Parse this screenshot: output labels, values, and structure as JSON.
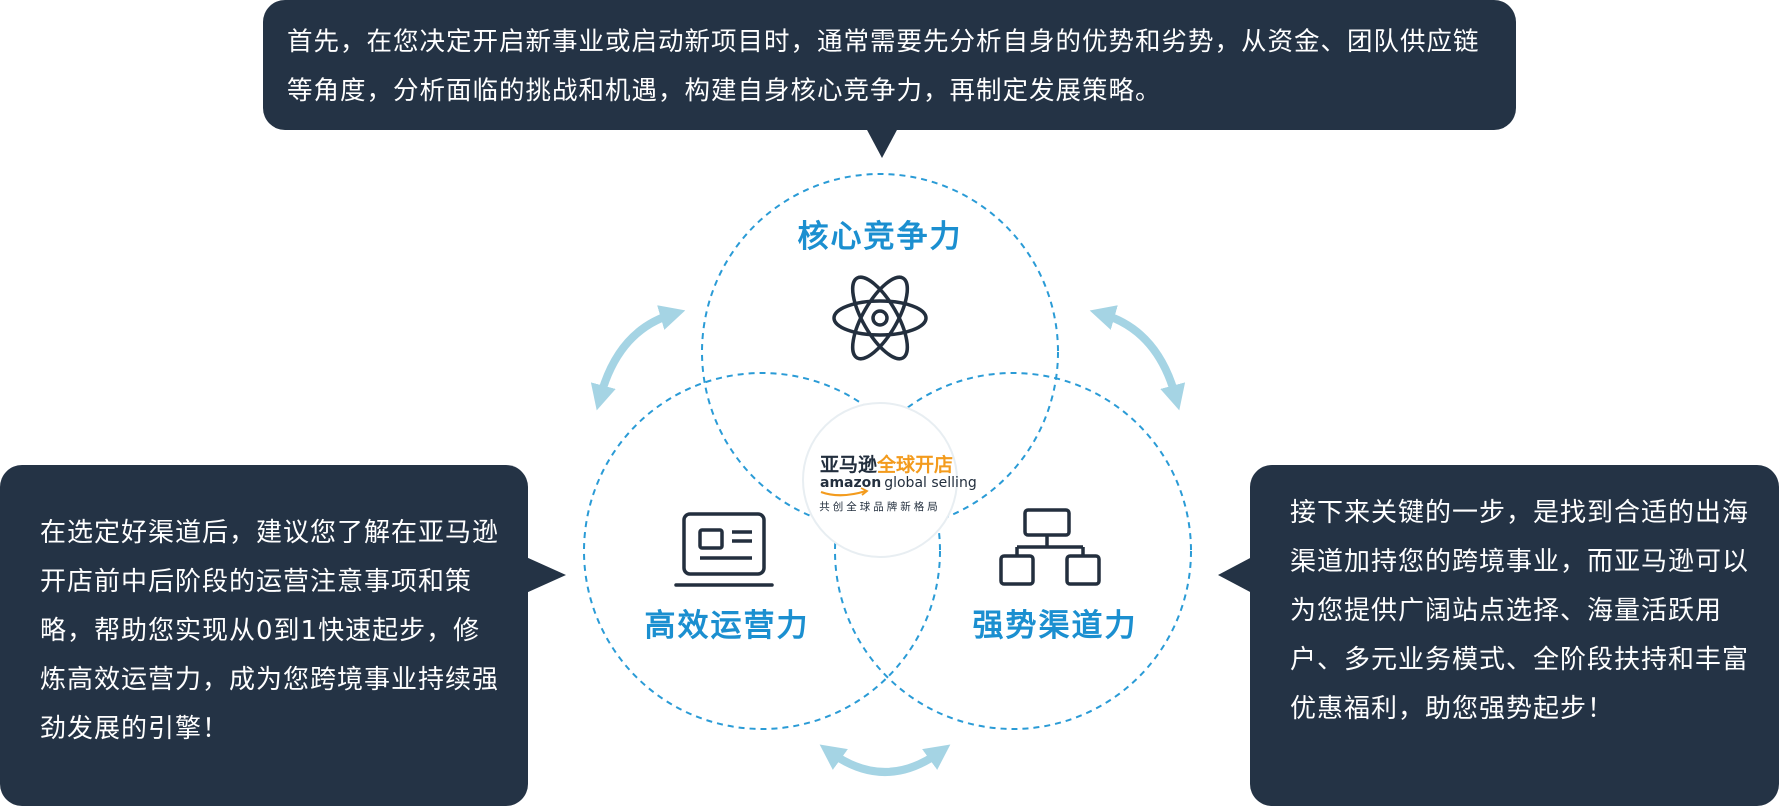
{
  "callouts": {
    "top": "首先，在您决定开启新事业或启动新项目时，通常需要先分析自身的优势和劣势，从资金、团队供应链等角度，分析面临的挑战和机遇，构建自身核心竞争力，再制定发展策略。",
    "left": "在选定好渠道后，建议您了解在亚马逊开店前中后阶段的运营注意事项和策略，帮助您实现从0到1快速起步，修炼高效运营力，成为您跨境事业持续强劲发展的引擎！",
    "right": "接下来关键的一步，是找到合适的出海渠道加持您的跨境事业，而亚马逊可以为您提供广阔站点选择、海量活跃用户、多元业务模式、全阶段扶持和丰富优惠福利，助您强势起步！"
  },
  "circles": {
    "top": {
      "label": "核心竞争力",
      "icon": "atom-icon"
    },
    "left": {
      "label": "高效运营力",
      "icon": "id-card-icon"
    },
    "right": {
      "label": "强势渠道力",
      "icon": "hierarchy-icon"
    }
  },
  "logo": {
    "cn_dark": "亚马逊",
    "cn_orange": "全球开店",
    "en_bold": "amazon",
    "en_light": "global selling",
    "tagline": "共创全球品牌新格局"
  },
  "colors": {
    "callout_bg": "#243345",
    "label_blue": "#1b8fd0",
    "circle_outline": "#2a9bd6",
    "arrow": "#a5d4e4",
    "logo_orange": "#f39b1d"
  }
}
